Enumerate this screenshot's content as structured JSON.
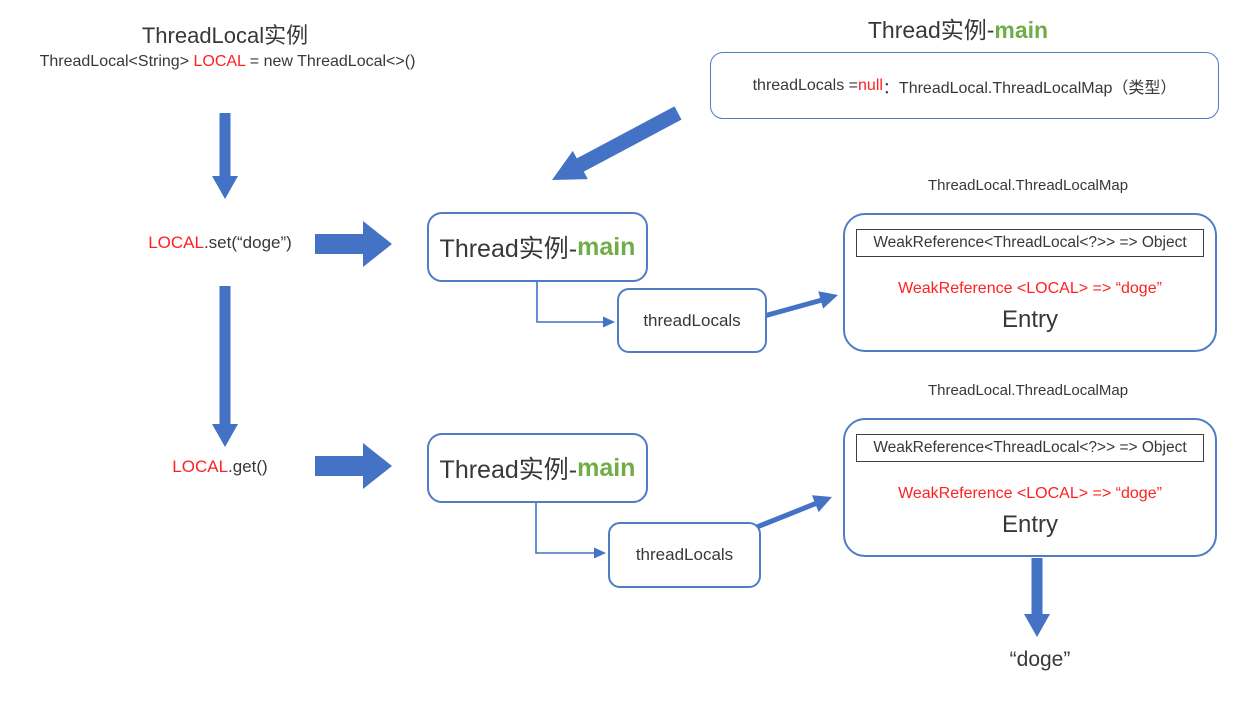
{
  "colors": {
    "arrow_blue": "#4472C4",
    "box_border_blue": "#4f7cc4",
    "accent_red": "#FF2121",
    "accent_green": "#70AD47",
    "text_dark": "#383838"
  },
  "left_column": {
    "title": "ThreadLocal实例",
    "code": {
      "pre": "ThreadLocal<String> ",
      "var": "LOCAL",
      "post": " = new ThreadLocal<>()"
    },
    "set_call": {
      "var": "LOCAL",
      "rest": ".set(“doge”)"
    },
    "get_call": {
      "var": "LOCAL",
      "rest": ".get()"
    }
  },
  "thread_header": {
    "title": {
      "pre": "Thread实例-",
      "highlight": "main"
    },
    "box": {
      "pre": "threadLocals = ",
      "null_value": "null",
      "post": "：ThreadLocal.ThreadLocalMap（类型）"
    }
  },
  "thread_box": {
    "pre": "Thread实例-",
    "highlight": "main"
  },
  "threadlocals_label": "threadLocals",
  "map_section": {
    "label": "ThreadLocal.ThreadLocalMap",
    "header": "WeakReference<ThreadLocal<?>> => Object",
    "entry_red": "WeakReference <LOCAL> => “doge”",
    "entry_label": "Entry"
  },
  "result_value": "“doge”"
}
